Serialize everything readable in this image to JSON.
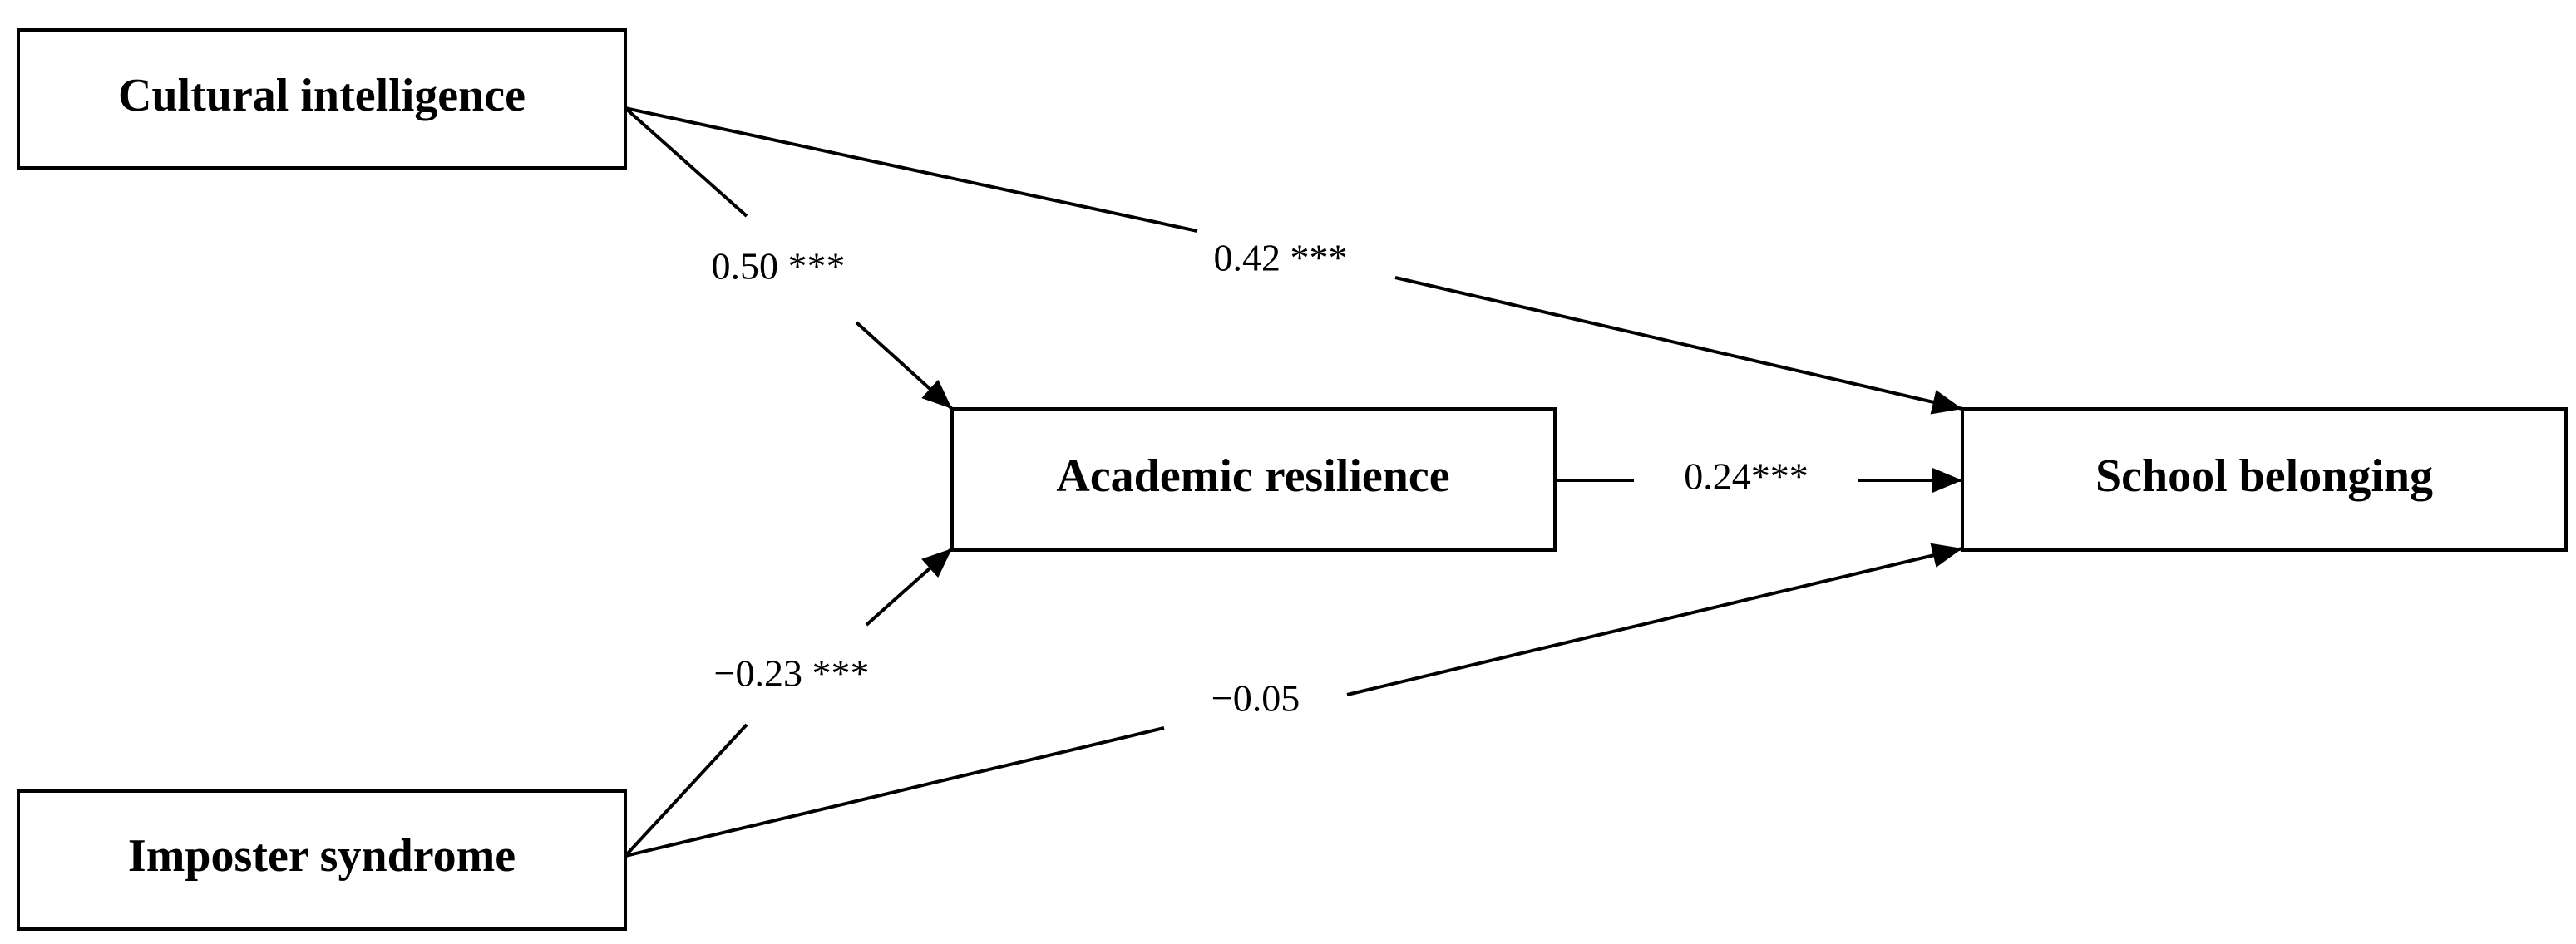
{
  "nodes": {
    "cultural_intelligence": "Cultural intelligence",
    "academic_resilience": "Academic resilience",
    "school_belonging": "School belonging",
    "imposter_syndrome": "Imposter syndrome"
  },
  "paths": {
    "ci_to_ar": "0.50 ***",
    "ci_to_sb": "0.42 ***",
    "ar_to_sb": "0.24***",
    "is_to_ar": "−0.23 ***",
    "is_to_sb": "−0.05"
  },
  "colors": {
    "stroke": "#000000",
    "background": "#ffffff"
  }
}
